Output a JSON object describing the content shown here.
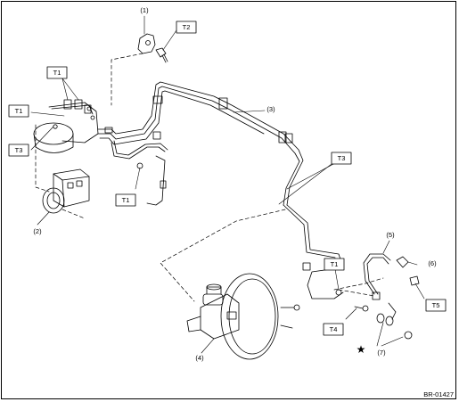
{
  "diagram": {
    "part_labels": {
      "p1": "(1)",
      "p2": "(2)",
      "p3": "(3)",
      "p4": "(4)",
      "p5": "(5)",
      "p6": "(6)",
      "p7": "(7)"
    },
    "torque_boxes": {
      "t1_top": "T1",
      "t1_left": "T1",
      "t1_bottom": "T1",
      "t1_right": "T1",
      "t2": "T2",
      "t3_left": "T3",
      "t3_right": "T3",
      "t4": "T4",
      "t5": "T5"
    },
    "star_symbol": "★",
    "figure_code": "BR-01427"
  },
  "colors": {
    "ink": "#000000",
    "background": "#ffffff"
  }
}
